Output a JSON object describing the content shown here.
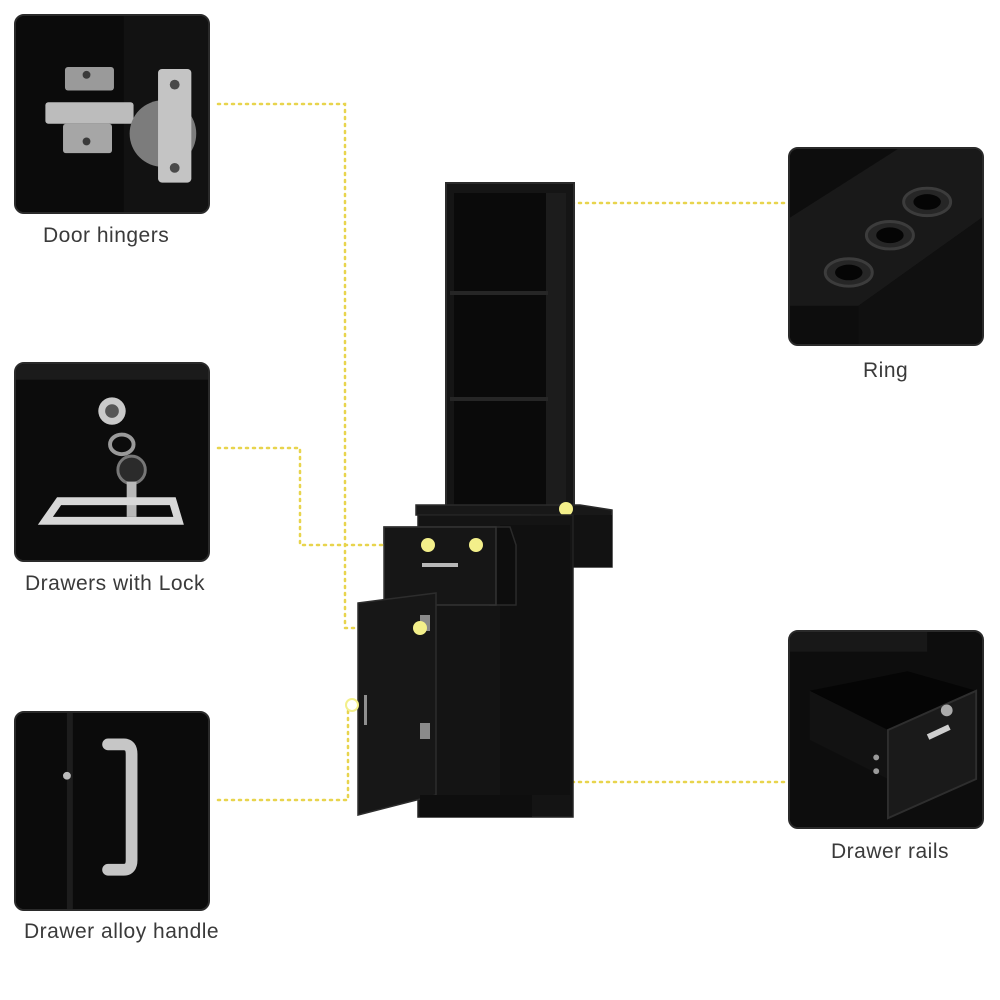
{
  "features": {
    "door_hinge": {
      "label": "Door hingers",
      "icon": "door-hinge-icon"
    },
    "drawer_lock": {
      "label": "Drawers with Lock",
      "icon": "lock-key-icon"
    },
    "alloy_handle": {
      "label": "Drawer alloy handle",
      "icon": "handle-icon"
    },
    "ring": {
      "label": "Ring",
      "icon": "ring-holder-icon"
    },
    "drawer_rails": {
      "label": "Drawer rails",
      "icon": "drawer-rail-icon"
    }
  },
  "colors": {
    "leader_line": "#e8d44d",
    "cabinet": "#111111",
    "thumb_bg": "#0b0b0b",
    "marker_glow": "#f3ef8a"
  }
}
